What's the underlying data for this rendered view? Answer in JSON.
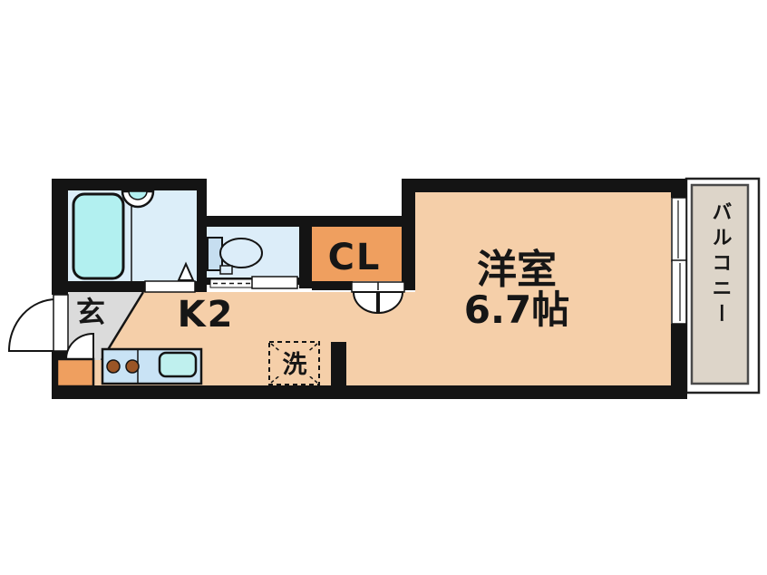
{
  "floor_plan": {
    "rooms": {
      "western_room": {
        "name_label": "洋室",
        "size_label": "6.7帖"
      },
      "kitchen": {
        "label": "K2"
      },
      "closet": {
        "label": "CL"
      },
      "entrance": {
        "label": "玄"
      },
      "laundry": {
        "label": "洗"
      },
      "balcony": {
        "label": "バルコニー"
      }
    },
    "colors": {
      "wall": "#141414",
      "floor_peach": "#F5CFA9",
      "closet_orange": "#EF9F5F",
      "bathroom_blue": "#DCEEF9",
      "toilet_blue": "#DCEDF9",
      "unit_cyan": "#B2F0F0",
      "counter_blue": "#C9E3F5",
      "sink_cyan": "#BFF0EE",
      "balcony_beige": "#DDD5C9",
      "entrance_gray": "#DBDBDB",
      "burner_brown": "#9A5526",
      "fixture_white": "#FFFFFF"
    }
  }
}
